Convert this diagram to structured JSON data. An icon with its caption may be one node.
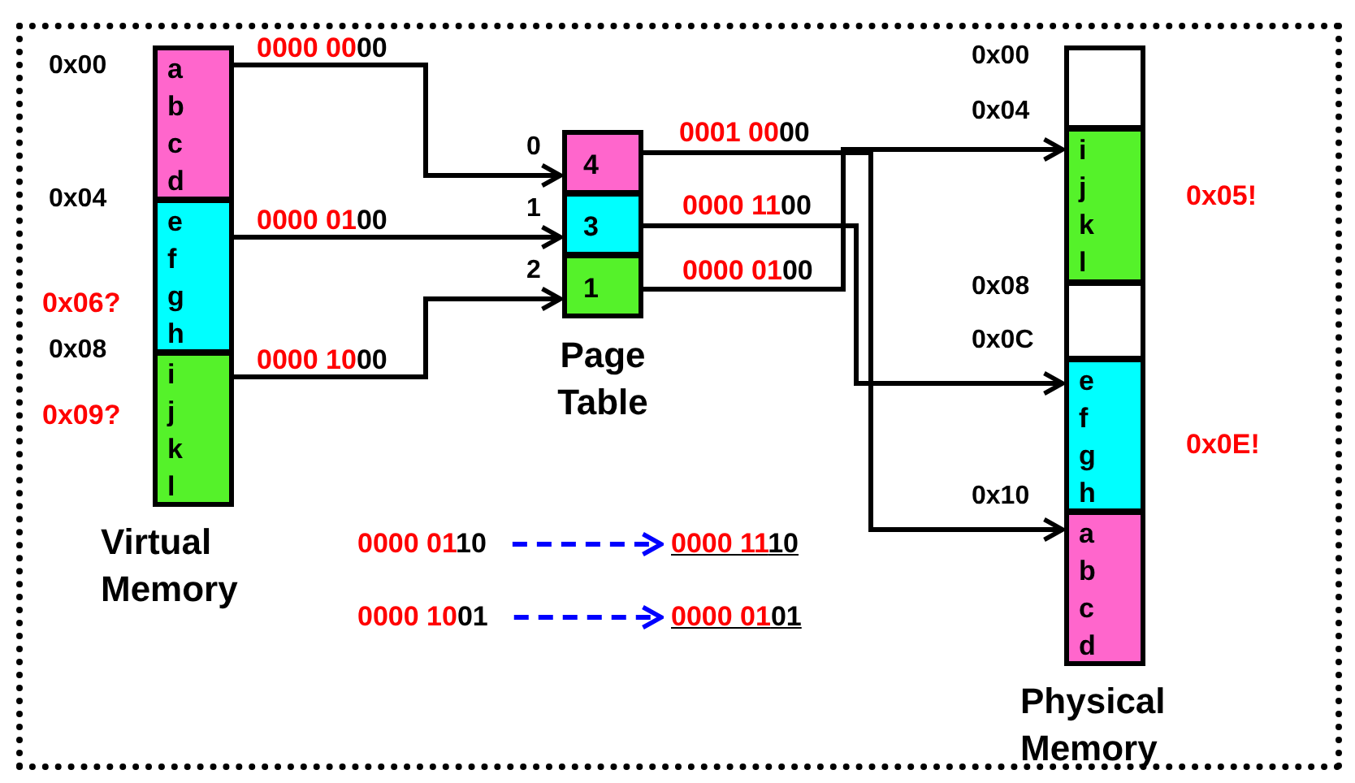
{
  "diagram": {
    "nodes": [
      {
        "text": [
          "a b c d"
        ],
        "beside": [
          "0x00"
        ]
      },
      {
        "text": [
          "e f g h"
        ],
        "beside": [
          "0x04"
        ]
      },
      {
        "text": [
          "i j k l"
        ],
        "beside": [
          "0x08"
        ]
      },
      {
        "text": [
          "4"
        ],
        "beside": [
          "0"
        ]
      },
      {
        "text": [
          "3"
        ],
        "beside": [
          "1"
        ]
      },
      {
        "text": [
          "1"
        ],
        "beside": [
          "2"
        ]
      },
      {
        "text": [],
        "shape": "box",
        "beside": [
          "0x00"
        ]
      },
      {
        "text": [
          "i j k l"
        ],
        "beside": [
          "0x04"
        ]
      },
      {
        "text": [],
        "shape": "box",
        "beside": [
          "0x08"
        ]
      },
      {
        "text": [
          "e f g h"
        ],
        "beside": [
          "0x0C"
        ]
      },
      {
        "text": [
          "a b c d"
        ],
        "beside": [
          "0x10"
        ]
      },
      {
        "text": [
          "0000 0110"
        ]
      },
      {
        "text": [
          "0000 1110"
        ]
      },
      {
        "text": [
          "0000 1001"
        ]
      },
      {
        "text": [
          "0000 0101"
        ]
      }
    ],
    "edges": [
      {
        "from": 0,
        "to": 3,
        "arrow": "to",
        "label": "0000 0000"
      },
      {
        "from": 1,
        "to": 4,
        "arrow": "to",
        "label": "0000 0100"
      },
      {
        "from": 2,
        "to": 5,
        "arrow": "to",
        "label": "0000 1000"
      },
      {
        "from": 3,
        "to": 10,
        "arrow": "to",
        "label": "0001 0000"
      },
      {
        "from": 4,
        "to": 9,
        "arrow": "to",
        "label": "0000 1100"
      },
      {
        "from": 5,
        "to": 7,
        "arrow": "to",
        "label": "0000 0100"
      },
      {
        "from": 11,
        "to": 12,
        "arrow": "to",
        "style": "dashed",
        "color": "#0000ff"
      },
      {
        "from": 13,
        "to": 14,
        "arrow": "to",
        "style": "dashed",
        "color": "#0000ff"
      }
    ],
    "labels": [
      "0x05!",
      "0x06?",
      "Page Table",
      "0x09?",
      "0x0E!",
      "Virtual Memory",
      "Physical Memory"
    ]
  }
}
